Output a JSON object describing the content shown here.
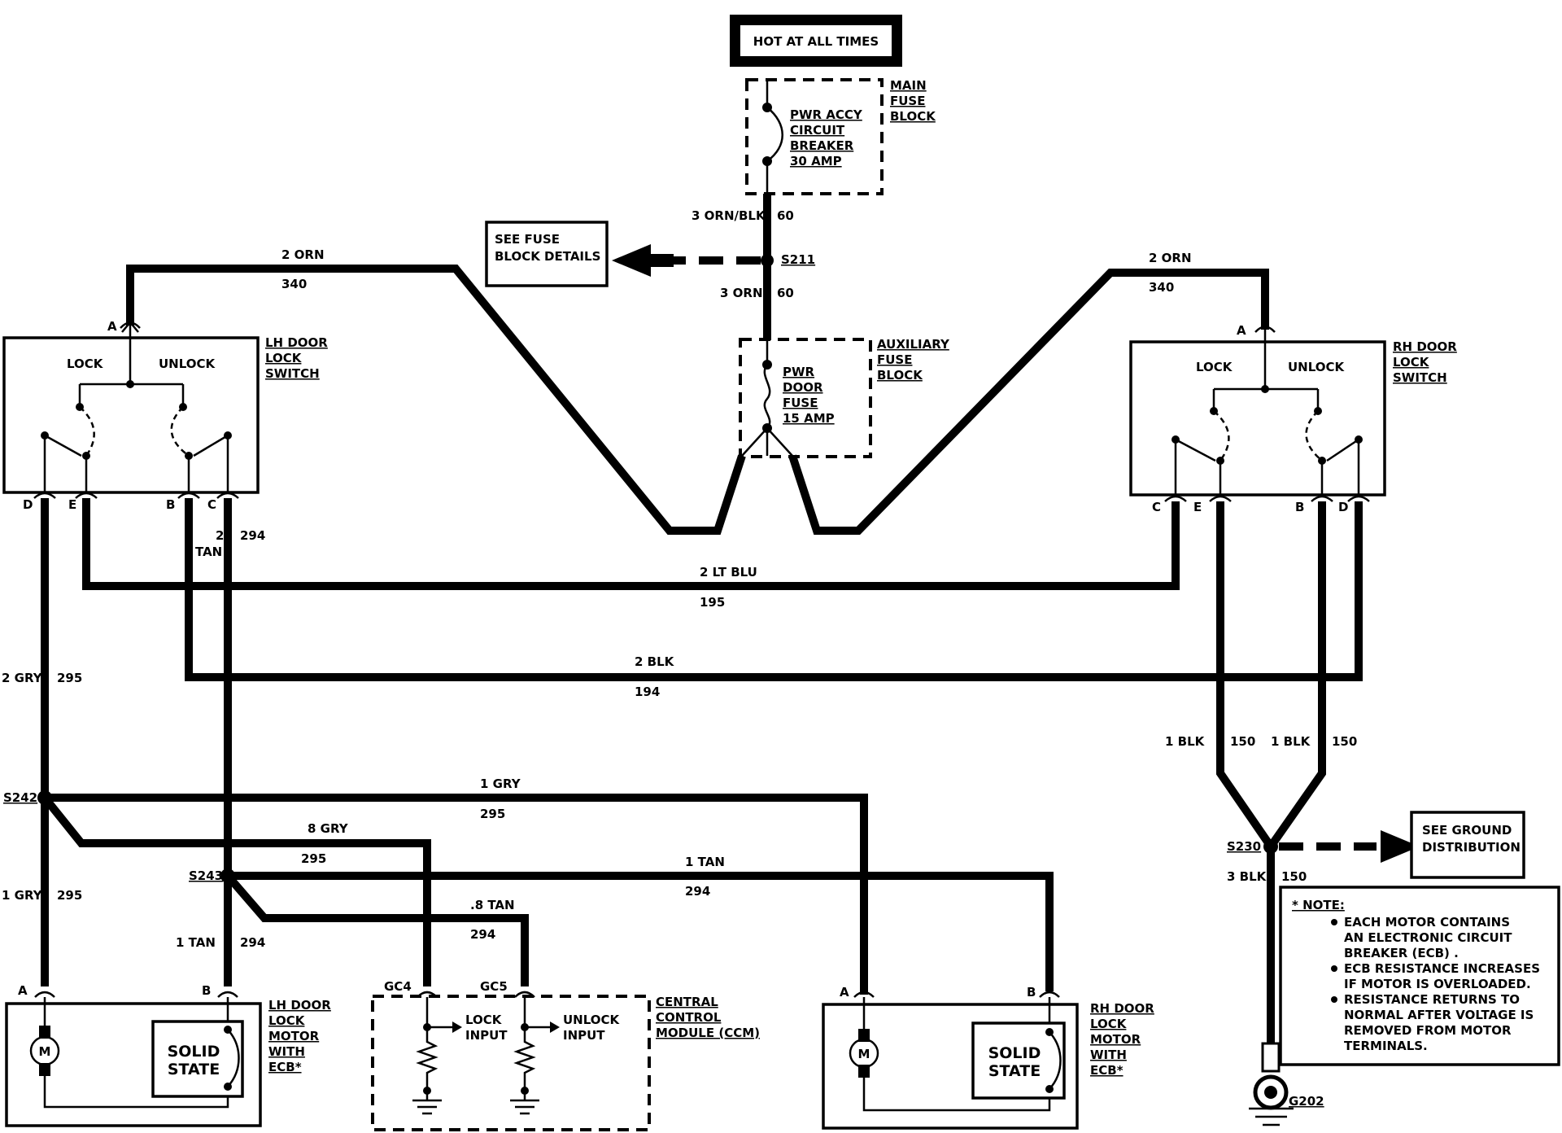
{
  "header": {
    "hot_label": "HOT AT ALL TIMES"
  },
  "fuses": {
    "main_block": [
      "MAIN",
      "FUSE",
      "BLOCK"
    ],
    "breaker": [
      "PWR ACCY",
      "CIRCUIT",
      "BREAKER",
      "30 AMP"
    ],
    "aux_block": [
      "AUXILIARY",
      "FUSE",
      "BLOCK"
    ],
    "door_fuse": [
      "PWR",
      "DOOR",
      "FUSE",
      "15 AMP"
    ],
    "see_fuse": [
      "SEE FUSE",
      "BLOCK DETAILS"
    ]
  },
  "splices": {
    "s211": "S211",
    "s242": "S242",
    "s243": "S243",
    "s230": "S230"
  },
  "switches": {
    "lh_title": [
      "LH DOOR",
      "LOCK",
      "SWITCH"
    ],
    "rh_title": [
      "RH DOOR",
      "LOCK",
      "SWITCH"
    ],
    "lock": "LOCK",
    "unlock": "UNLOCK",
    "pins": {
      "a": "A",
      "b": "B",
      "c": "C",
      "d": "D",
      "e": "E"
    }
  },
  "motors": {
    "lh_title": [
      "LH DOOR",
      "LOCK",
      "MOTOR",
      "WITH",
      "ECB*"
    ],
    "rh_title": [
      "RH DOOR",
      "LOCK",
      "MOTOR",
      "WITH",
      "ECB*"
    ],
    "solid_state": [
      "SOLID",
      "STATE"
    ],
    "m": "M"
  },
  "ccm": {
    "title": [
      "CENTRAL",
      "CONTROL",
      "MODULE (CCM)"
    ],
    "gc4": "GC4",
    "gc5": "GC5",
    "lock_input": [
      "LOCK",
      "INPUT"
    ],
    "unlock_input": [
      "UNLOCK",
      "INPUT"
    ]
  },
  "ground": {
    "see_ground": [
      "SEE GROUND",
      "DISTRIBUTION"
    ],
    "g202": "G202"
  },
  "wires": {
    "w_3orn_blk": "3 ORN/BLK",
    "c_60a": "60",
    "w_3orn": "3 ORN",
    "c_60b": "60",
    "w_2orn_l": "2 ORN",
    "c_340_l": "340",
    "w_2orn_r": "2 ORN",
    "c_340_r": "340",
    "w_2tan": [
      "2",
      "TAN"
    ],
    "c_294a": "294",
    "w_2ltblu": "2 LT BLU",
    "c_195": "195",
    "w_2blk": "2 BLK",
    "c_194": "194",
    "w_2gry": "2 GRY",
    "c_295a": "295",
    "w_1gry_top": "1 GRY",
    "c_295b": "295",
    "w_8gry": "8 GRY",
    "c_295c": "295",
    "w_1tan_mid": "1 TAN",
    "c_294b": "294",
    "w_8tan": ".8 TAN",
    "c_294c": "294",
    "w_1gry_left": "1 GRY",
    "c_295d": "295",
    "w_1tan_left": "1 TAN",
    "c_294d": "294",
    "w_1blk_a": "1 BLK",
    "c_150a": "150",
    "w_1blk_b": "1 BLK",
    "c_150b": "150",
    "w_3blk": "3 BLK",
    "c_150c": "150"
  },
  "note": {
    "title": "* NOTE:",
    "items": [
      [
        "EACH MOTOR CONTAINS",
        "AN ELECTRONIC CIRCUIT",
        "BREAKER (ECB) ."
      ],
      [
        "ECB RESISTANCE INCREASES",
        "IF MOTOR IS OVERLOADED."
      ],
      [
        "RESISTANCE RETURNS TO",
        "NORMAL AFTER VOLTAGE IS",
        "REMOVED FROM MOTOR",
        "TERMINALS."
      ]
    ]
  }
}
